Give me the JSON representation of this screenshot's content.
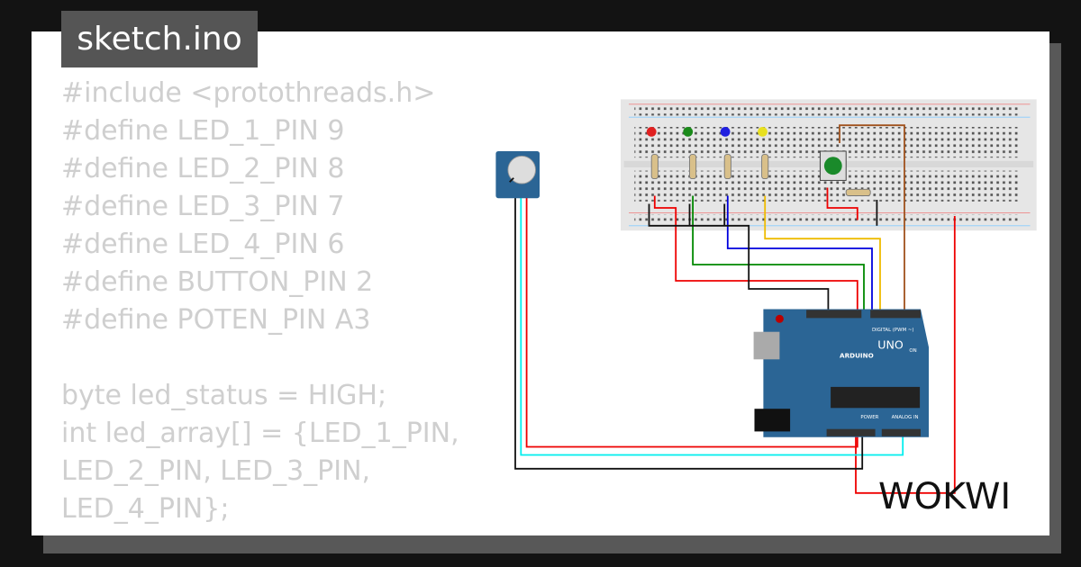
{
  "title": "sketch.ino",
  "code_lines": [
    "#include <protothreads.h>",
    "#define LED_1_PIN 9",
    "#define LED_2_PIN 8",
    "#define LED_3_PIN 7",
    "#define LED_4_PIN 6",
    "#define BUTTON_PIN 2",
    "#define POTEN_PIN A3",
    "",
    "byte led_status = HIGH;",
    "int led_array[] = {LED_1_PIN, LED_2_PIN, LED_3_PIN, LED_4_PIN};"
  ],
  "arduino": {
    "brand": "ARDUINO",
    "model": "UNO",
    "digital_label": "DIGITAL (PWM ~)",
    "power_label": "POWER",
    "analog_label": "ANALOG IN",
    "on_label": "ON"
  },
  "logo": "WOKWI",
  "colors": {
    "board": "#2b6595",
    "led_colors": [
      "#e02020",
      "#1a8a1a",
      "#2020e0",
      "#e8e020"
    ],
    "button": "#1a8a2a"
  }
}
